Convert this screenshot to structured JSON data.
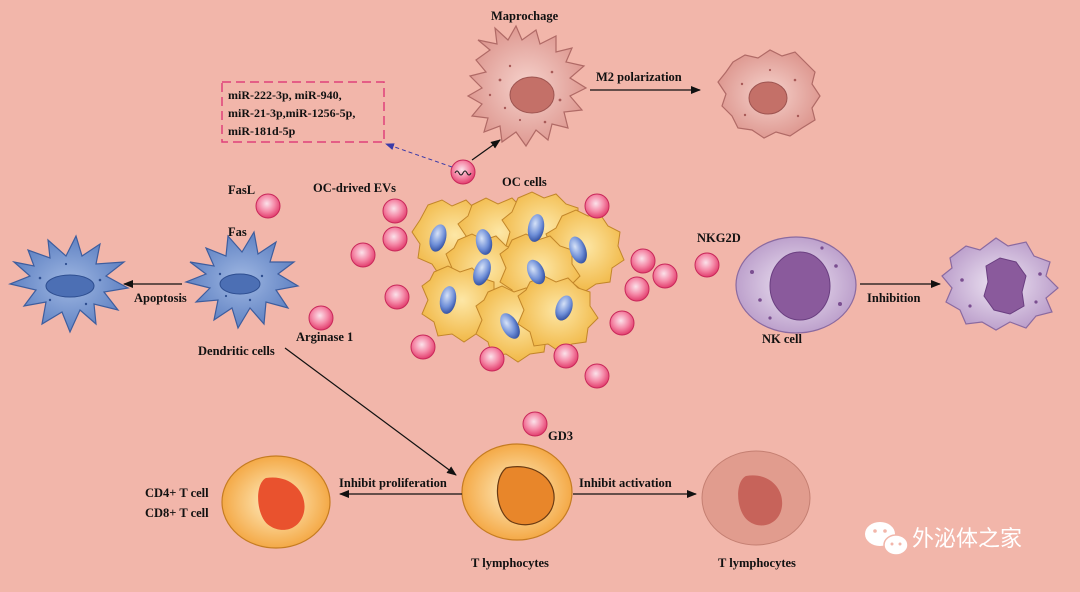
{
  "labels": {
    "macrophage": "Maprochage",
    "m2_polarization": "M2  polarization",
    "mirna_lines": [
      "miR-222-3p, miR-940,",
      "miR-21-3p,miR-1256-5p,",
      "miR-181d-5p"
    ],
    "oc_evs": "OC-drived EVs",
    "oc_cells": "OC cells",
    "fasl": "FasL",
    "fas": "Fas",
    "apoptosis": "Apoptosis",
    "arginase": "Arginase 1",
    "dendritic_cells": "Dendritic cells",
    "nkg2d": "NKG2D",
    "inhibition": "Inhibition",
    "nk_cell": "NK cell",
    "gd3": "GD3",
    "inhibit_proliferation": "Inhibit proliferation",
    "inhibit_activation": "Inhibit activation",
    "cd4": "CD4+ T cell",
    "cd8": "CD8+ T cell",
    "t_lymphocytes_center": "T lymphocytes",
    "t_lymphocytes_right": "T lymphocytes",
    "watermark": "外泌体之家"
  },
  "colors": {
    "background": "#f2b6aa",
    "macrophage": "#d98e8a",
    "ev": "#e23e6e",
    "oc_cell": "#f3bd4a",
    "nucleus_blue": "#3f63b8",
    "dendritic": "#6b8fca",
    "nk_cell": "#bfa3cb",
    "t_cell": "#f0a03e",
    "mirna_box": "#e0407a"
  },
  "icons": [
    "wechat-icon"
  ]
}
